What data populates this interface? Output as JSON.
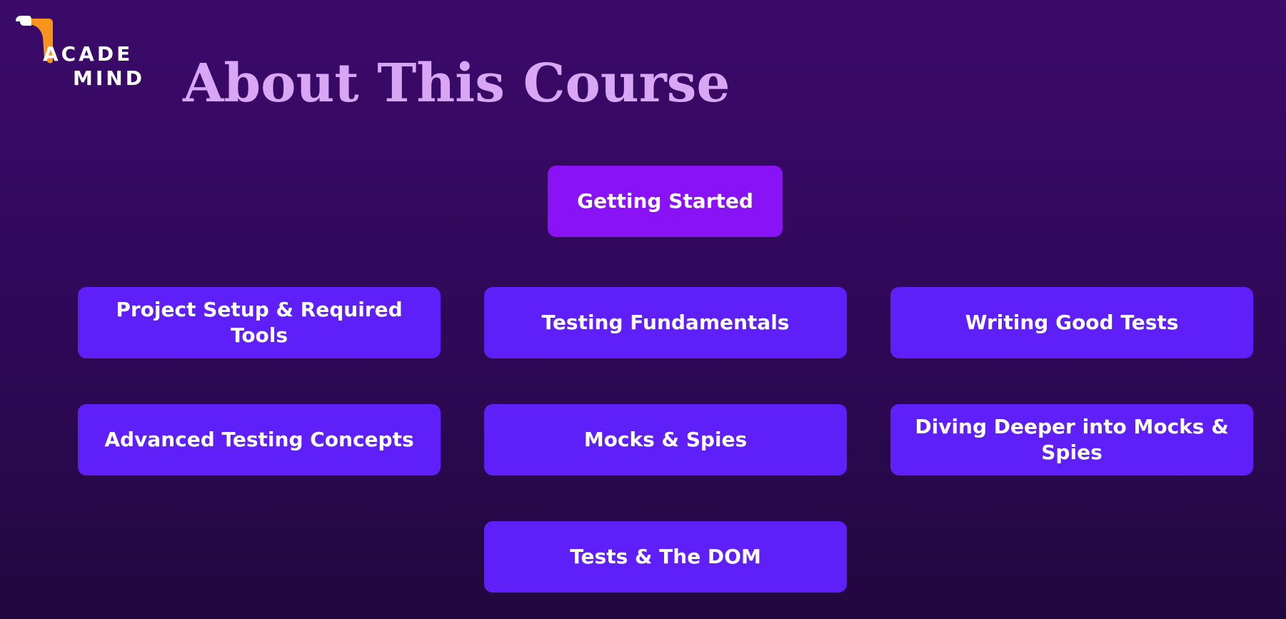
{
  "logo": {
    "line1": "ACADE",
    "line2": "MIND",
    "colors": {
      "flag": "#f7941d",
      "flag_tip": "#ffffff"
    }
  },
  "slide": {
    "title": "About This Course"
  },
  "modules": {
    "start": "Getting Started",
    "items": [
      "Project Setup & Required Tools",
      "Testing Fundamentals",
      "Writing Good Tests",
      "Advanced Testing Concepts",
      "Mocks & Spies",
      "Diving Deeper into Mocks & Spies",
      "Tests & The DOM"
    ]
  },
  "colors": {
    "background_top": "#3b0a6b",
    "background_bottom": "#22073f",
    "title": "#d9a6f5",
    "start_box": "#8a12f7",
    "module_box": "#5f1ff8",
    "box_text": "#ffffff"
  }
}
